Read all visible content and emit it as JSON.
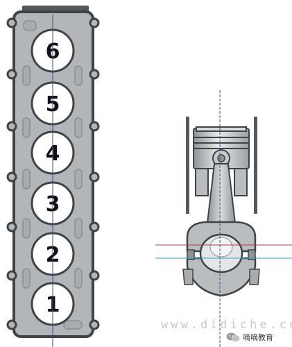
{
  "cylinders": [
    {
      "number": "6"
    },
    {
      "number": "5"
    },
    {
      "number": "4"
    },
    {
      "number": "3"
    },
    {
      "number": "2"
    },
    {
      "number": "1"
    }
  ],
  "watermark": "www.didiche.cn",
  "source_account": "嘀嘀教育",
  "colors": {
    "head_gray": "#b3b6b9",
    "head_dark": "#4d5155",
    "bore_white": "#ffffff",
    "centerline": "#3a4f8c",
    "crank_line": "#b03a52",
    "pin_line": "#3aa0d8",
    "piston_gray": "#bfc3c6"
  },
  "icons": [
    "wechat-icon",
    "bolt-icon"
  ]
}
